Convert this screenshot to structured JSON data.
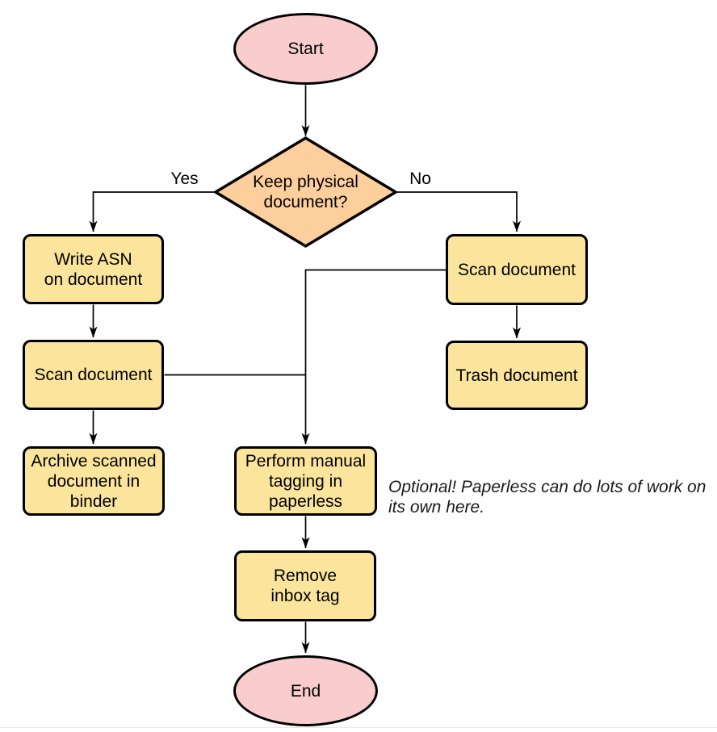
{
  "diagram": {
    "nodes": {
      "start": {
        "label": "Start"
      },
      "decision": {
        "label": "Keep physical\ndocument?"
      },
      "write_asn": {
        "label": "Write ASN\non document"
      },
      "scan_left": {
        "label": "Scan document"
      },
      "archive": {
        "label": "Archive scanned\ndocument in\nbinder"
      },
      "scan_right": {
        "label": "Scan document"
      },
      "trash": {
        "label": "Trash document"
      },
      "tagging": {
        "label": "Perform manual\ntagging in\npaperless"
      },
      "remove_inbox": {
        "label": "Remove\ninbox tag"
      },
      "end": {
        "label": "End"
      }
    },
    "edge_labels": {
      "yes": "Yes",
      "no": "No"
    },
    "note": "Optional! Paperless can do lots of work on\nits own here.",
    "colors": {
      "terminal_fill": "#f9cdcd",
      "decision_fill": "#fdcf9d",
      "process_fill": "#fbe59c",
      "stroke": "#000000",
      "note_text": "#1a1a1a"
    }
  }
}
